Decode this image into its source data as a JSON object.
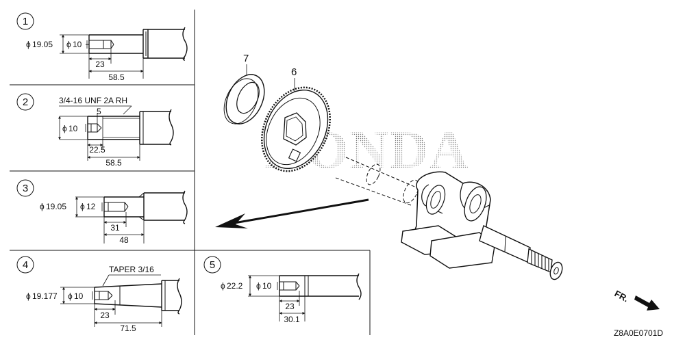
{
  "watermark": "HONDA",
  "panels": [
    {
      "id": "1",
      "diameters": [
        "19.05",
        "10"
      ],
      "dims": [
        "23",
        "58.5"
      ]
    },
    {
      "id": "2",
      "thread": "3/4-16 UNF 2A RH",
      "diameters": [
        "10"
      ],
      "dims": [
        "5",
        "22.5",
        "58.5"
      ]
    },
    {
      "id": "3",
      "diameters": [
        "19.05",
        "12"
      ],
      "dims": [
        "31",
        "48"
      ]
    },
    {
      "id": "4",
      "taper": "TAPER 3/16",
      "diameters": [
        "19.177",
        "10"
      ],
      "dims": [
        "23",
        "71.5"
      ]
    },
    {
      "id": "5",
      "diameters": [
        "22.2",
        "10"
      ],
      "dims": [
        "23",
        "30.1"
      ]
    }
  ],
  "callouts": [
    "7",
    "6"
  ],
  "direction_label": "FR.",
  "diameter_symbol": "ϕ",
  "drawing_code": "Z8A0E0701D"
}
